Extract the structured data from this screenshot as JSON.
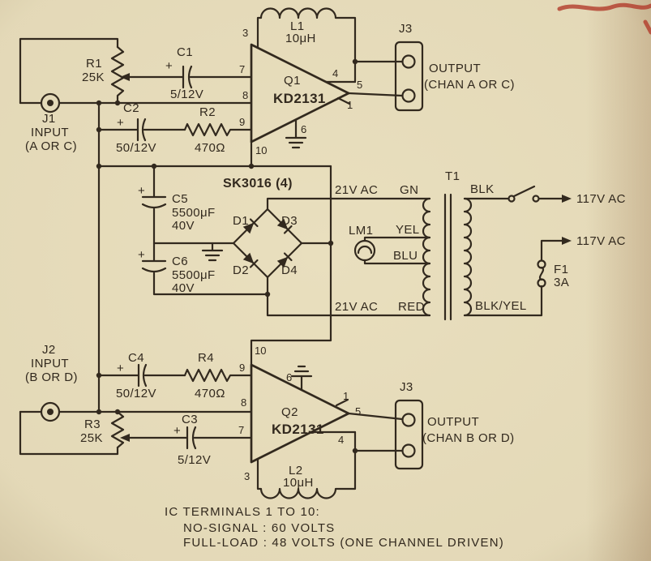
{
  "colors": {
    "paper": "#e9dfbe",
    "ink": "#32291e",
    "red_mark": "#b23b2a"
  },
  "symbols": {
    "plus": "+"
  },
  "channel_a": {
    "j1_ref": "J1",
    "j1_label1": "INPUT",
    "j1_label2": "(A OR C)",
    "r1_ref": "R1",
    "r1_value": "25K",
    "c1_ref": "C1",
    "c1_value": "5/12V",
    "c2_ref": "C2",
    "c2_value": "50/12V",
    "r2_ref": "R2",
    "r2_value": "470Ω",
    "q1_ref": "Q1",
    "q1_part": "KD2131",
    "l1_ref": "L1",
    "l1_value": "10μH",
    "pin1": "1",
    "pin3": "3",
    "pin4": "4",
    "pin5": "5",
    "pin6": "6",
    "pin7": "7",
    "pin8": "8",
    "pin9": "9",
    "pin10": "10",
    "j3_ref": "J3",
    "output_label1": "OUTPUT",
    "output_label2": "(CHAN A OR C)"
  },
  "power_supply": {
    "c5_ref": "C5",
    "c5_value": "5500μF",
    "c5_voltage": "40V",
    "c6_ref": "C6",
    "c6_value": "5500μF",
    "c6_voltage": "40V",
    "bridge_part": "SK3016 (4)",
    "d1_ref": "D1",
    "d2_ref": "D2",
    "d3_ref": "D3",
    "d4_ref": "D4",
    "ac_top": "21V AC",
    "ac_bottom": "21V AC",
    "lamp_ref": "LM1",
    "wire_gn": "GN",
    "wire_yel": "YEL",
    "wire_blu": "BLU",
    "wire_red": "RED",
    "t1_ref": "T1",
    "wire_blk": "BLK",
    "wire_blkyel": "BLK/YEL",
    "mains_top": "117V AC",
    "mains_bottom": "117V AC",
    "f1_ref": "F1",
    "f1_value": "3A"
  },
  "channel_b": {
    "j2_ref": "J2",
    "j2_label1": "INPUT",
    "j2_label2": "(B OR D)",
    "c4_ref": "C4",
    "c4_value": "50/12V",
    "r4_ref": "R4",
    "r4_value": "470Ω",
    "c3_ref": "C3",
    "c3_value": "5/12V",
    "r3_ref": "R3",
    "r3_value": "25K",
    "q2_ref": "Q2",
    "q2_part": "KD2131",
    "l2_ref": "L2",
    "l2_value": "10μH",
    "pin1": "1",
    "pin3": "3",
    "pin4": "4",
    "pin5": "5",
    "pin6": "6",
    "pin7": "7",
    "pin8": "8",
    "pin9": "9",
    "pin10": "10",
    "j3_ref": "J3",
    "output_label1": "OUTPUT",
    "output_label2": "(CHAN B OR D)"
  },
  "notes": {
    "line1": "IC TERMINALS 1 TO 10:",
    "line2": "NO-SIGNAL : 60 VOLTS",
    "line3": "FULL-LOAD : 48 VOLTS (ONE CHANNEL DRIVEN)"
  }
}
